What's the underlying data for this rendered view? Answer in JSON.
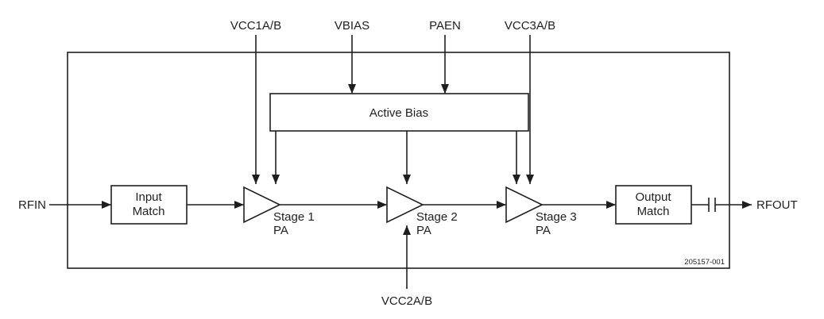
{
  "diagram": {
    "part_number": "205157-001",
    "pins": {
      "rfin": "RFIN",
      "rfout": "RFOUT",
      "vcc1ab": "VCC1A/B",
      "vbias": "VBIAS",
      "paen": "PAEN",
      "vcc3ab": "VCC3A/B",
      "vcc2ab": "VCC2A/B"
    },
    "blocks": {
      "input_match_line1": "Input",
      "input_match_line2": "Match",
      "active_bias": "Active Bias",
      "output_match_line1": "Output",
      "output_match_line2": "Match",
      "stage1_line1": "Stage 1",
      "stage1_line2": "PA",
      "stage2_line1": "Stage 2",
      "stage2_line2": "PA",
      "stage3_line1": "Stage 3",
      "stage3_line2": "PA"
    },
    "colors": {
      "line": "#1f1f1f",
      "background": "#ffffff",
      "fill": "#ffffff"
    }
  }
}
